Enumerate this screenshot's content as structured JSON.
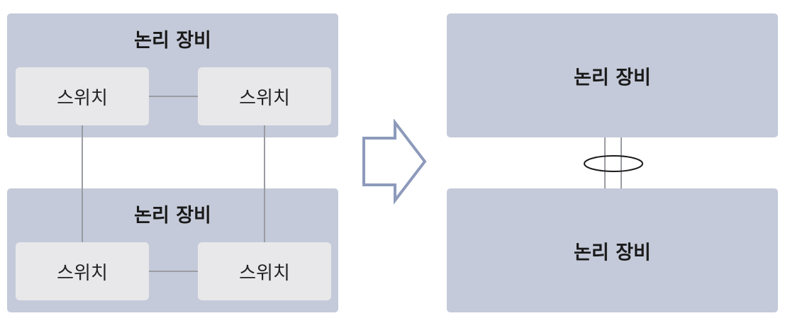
{
  "left_diagram": {
    "top_device": {
      "title": "논리 장비",
      "switches": [
        {
          "label": "스위치"
        },
        {
          "label": "스위치"
        }
      ]
    },
    "bottom_device": {
      "title": "논리 장비",
      "switches": [
        {
          "label": "스위치"
        },
        {
          "label": "스위치"
        }
      ]
    }
  },
  "arrow": {
    "icon": "right-arrow-outline-icon",
    "color": "#8d9abb"
  },
  "right_diagram": {
    "top_device": {
      "title": "논리 장비"
    },
    "link_bundle": {
      "icon": "link-aggregation-ellipse-icon",
      "link_count": 2
    },
    "bottom_device": {
      "title": "논리 장비"
    }
  },
  "colors": {
    "panel_bg": "#c4cad9",
    "switch_bg": "#e8e8ea",
    "line": "#9a9ca3",
    "text": "#1a1a1a"
  }
}
